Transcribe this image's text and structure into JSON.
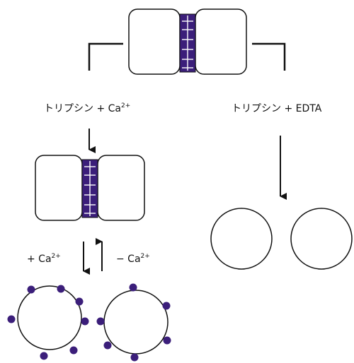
{
  "labels": {
    "left_condition": "トリプシン + Ca",
    "left_condition_sup": "2+",
    "right_condition": "トリプシン + EDTA",
    "add_ca": "+ Ca",
    "add_ca_sup": "2+",
    "remove_ca": "− Ca",
    "remove_ca_sup": "2+"
  },
  "colors": {
    "outline": "#111111",
    "cadherin": "#3b1e7a",
    "background": "#ffffff"
  }
}
